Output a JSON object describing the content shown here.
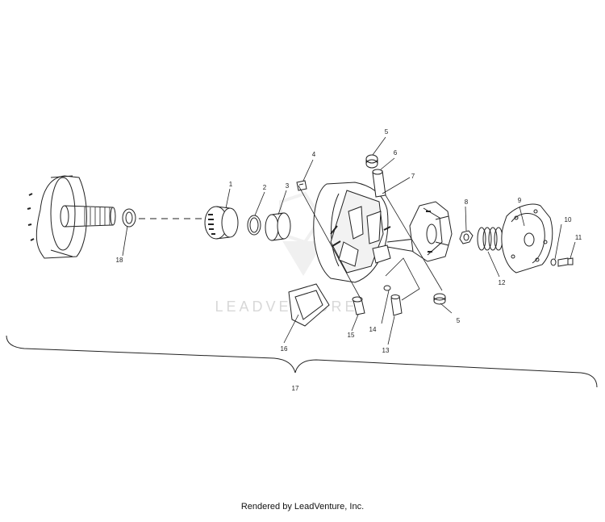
{
  "diagram": {
    "callouts": [
      "1",
      "2",
      "3",
      "4",
      "5",
      "6",
      "7",
      "8",
      "9",
      "10",
      "11",
      "12",
      "13",
      "14",
      "15",
      "16",
      "17",
      "18",
      "5"
    ],
    "watermark": "LEADVENTURE"
  },
  "footer": {
    "credit": "Rendered by LeadVenture, Inc."
  }
}
